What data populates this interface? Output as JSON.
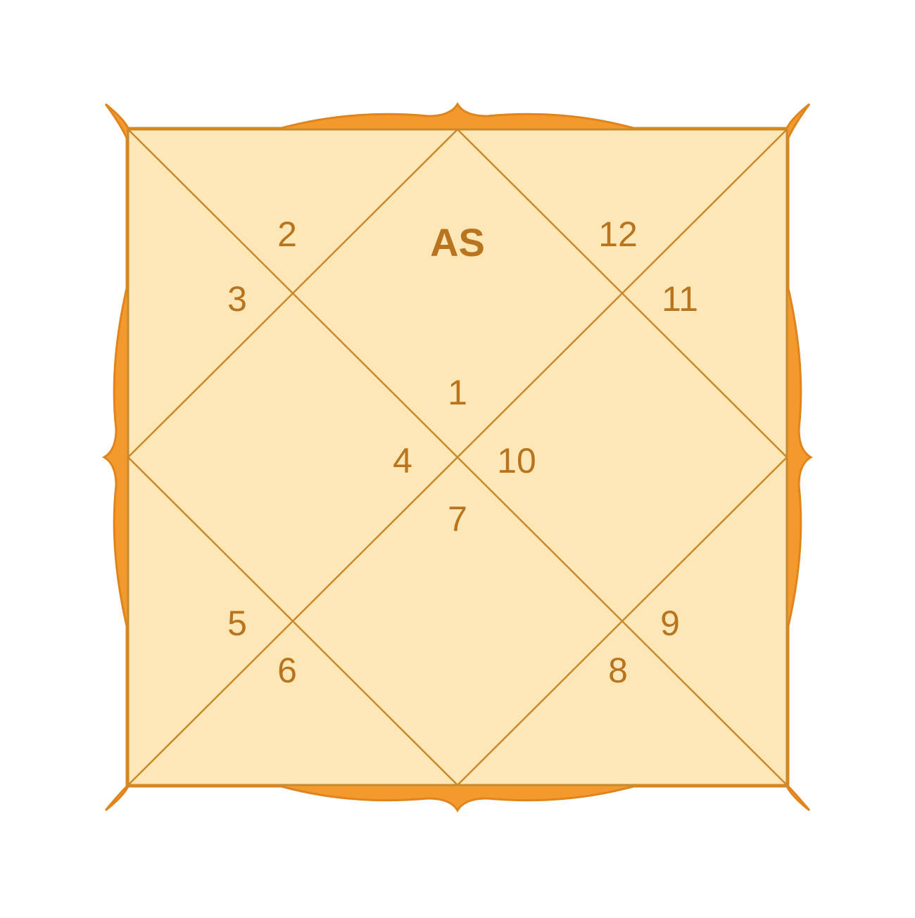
{
  "colors": {
    "background": "#ffffff",
    "frame": "#f39a2f",
    "frame_edge": "#e0841d",
    "panel": "#fde7b6",
    "lines": "#c98a2e",
    "text": "#b8741e"
  },
  "ascendant_label": "AS",
  "houses": [
    {
      "number": "1"
    },
    {
      "number": "2"
    },
    {
      "number": "3"
    },
    {
      "number": "4"
    },
    {
      "number": "5"
    },
    {
      "number": "6"
    },
    {
      "number": "7"
    },
    {
      "number": "8"
    },
    {
      "number": "9"
    },
    {
      "number": "10"
    },
    {
      "number": "11"
    },
    {
      "number": "12"
    }
  ]
}
